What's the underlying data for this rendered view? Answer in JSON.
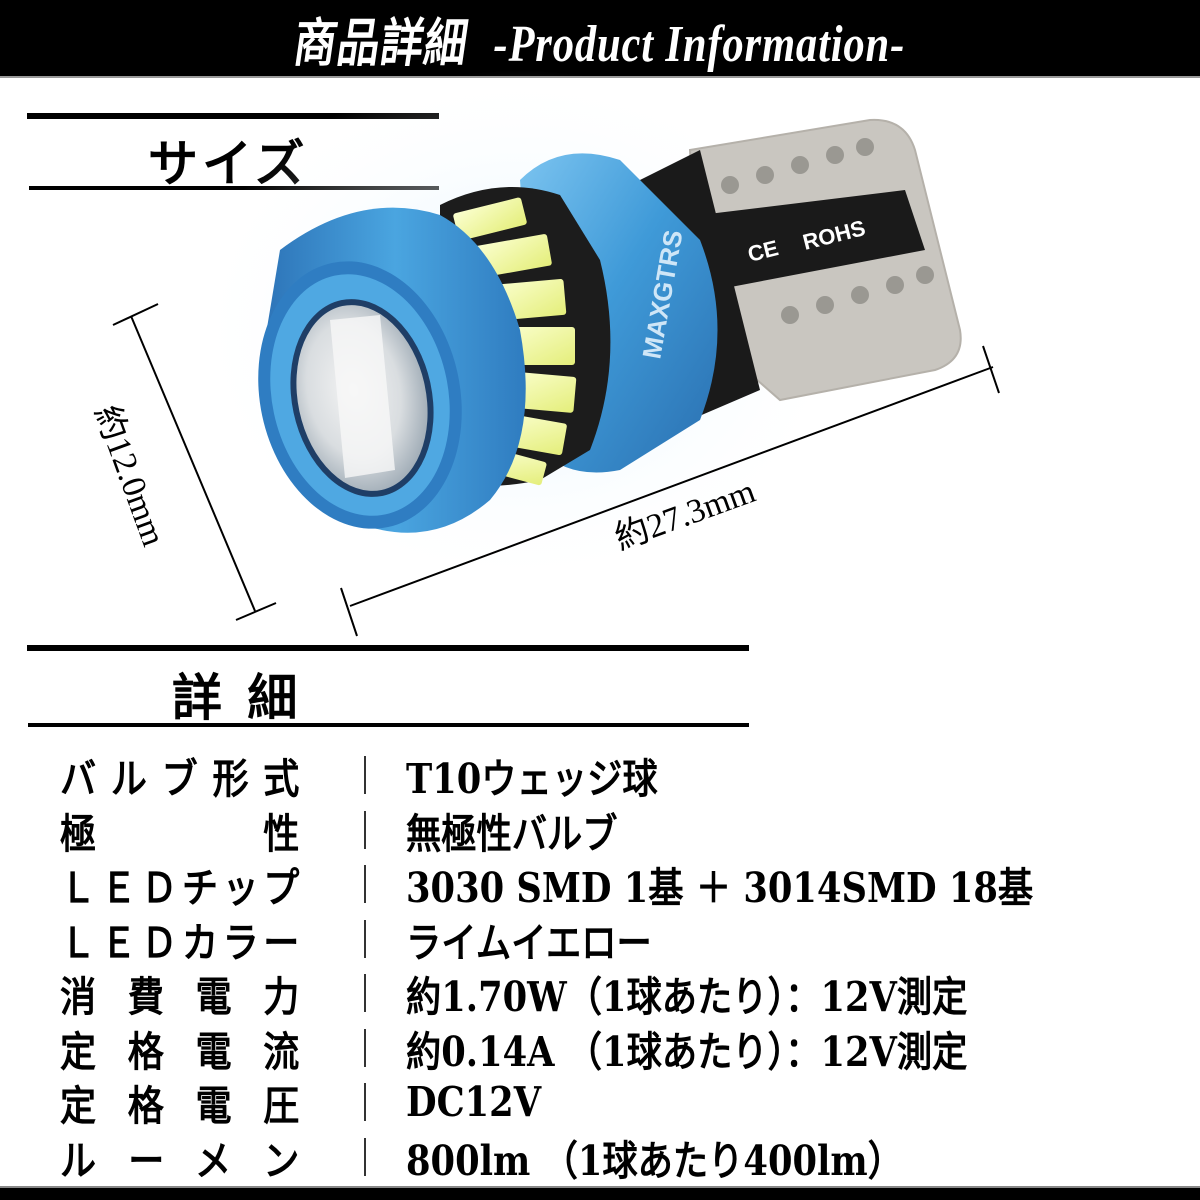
{
  "banner": {
    "title_jp": "商品詳細",
    "title_en": "-Product Information-"
  },
  "size_section": {
    "title": "サイズ",
    "dimensions": {
      "diameter": "約12.0mm",
      "length": "約27.3mm"
    },
    "product_markings": {
      "brand": "MAXGTRS",
      "certifications": "CE ROHS"
    }
  },
  "details_section": {
    "title": "詳 細",
    "rows": [
      {
        "label": "バルブ形式",
        "value": "T10ウェッジ球"
      },
      {
        "label": "極性",
        "value": "無極性バルブ"
      },
      {
        "label": "ＬＥＤチップ",
        "value": "3030 SMD 1基 ＋ 3014SMD 18基"
      },
      {
        "label": "ＬＥＤカラー",
        "value": "ライムイエロー"
      },
      {
        "label": "消費電力",
        "value": "約1.70W（1球あたり）：12V測定"
      },
      {
        "label": "定格電流",
        "value": "約0.14A （1球あたり）：12V測定"
      },
      {
        "label": "定格電圧",
        "value": "DC12V"
      },
      {
        "label": "ルーメン",
        "value": "800lm （1球あたり400lm）"
      }
    ]
  },
  "colors": {
    "banner_bg": "#000000",
    "housing_blue": "#3f9ad8",
    "led_chip": "#eef59a",
    "pcb_gray": "#c9c6c0"
  }
}
